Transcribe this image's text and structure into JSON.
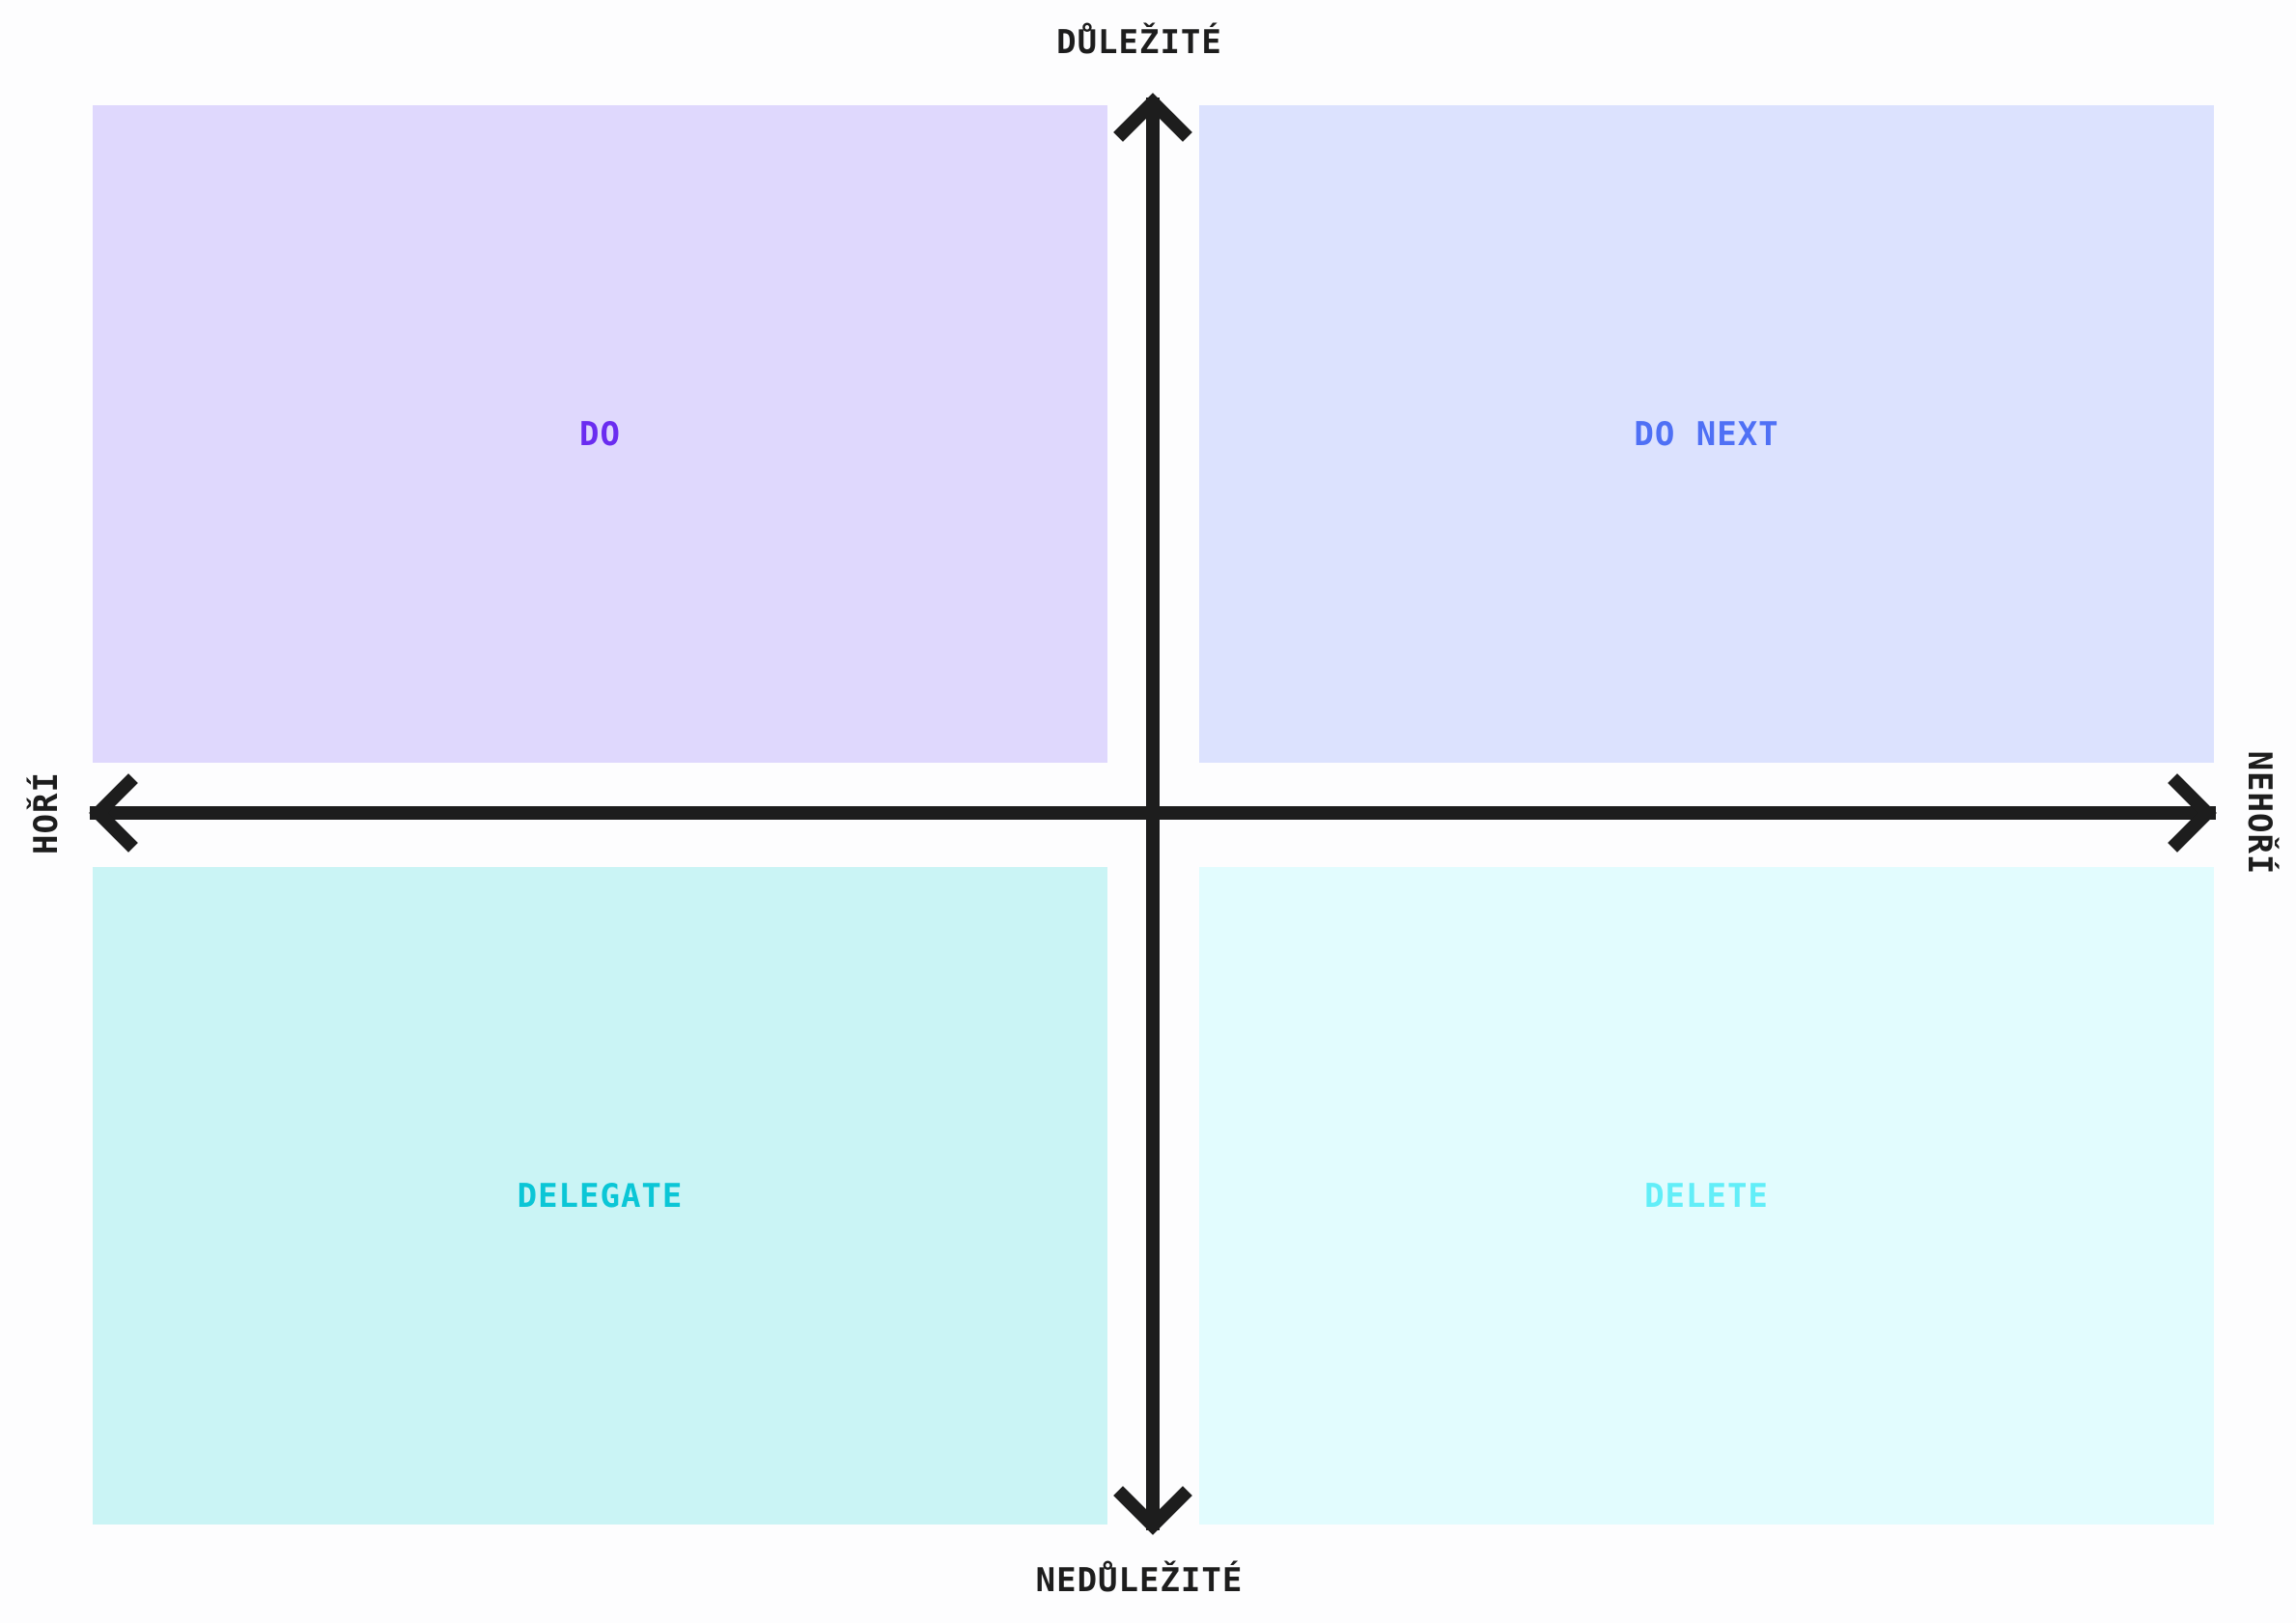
{
  "diagram": {
    "axes": {
      "top": "DŮLEŽITÉ",
      "bottom": "NEDŮLEŽITÉ",
      "left": "HOŘÍ",
      "right": "NEHOŘÍ"
    },
    "quadrants": {
      "top_left": {
        "label": "DO",
        "bg": "#dfd8fd",
        "color": "#6a2cf0"
      },
      "top_right": {
        "label": "DO NEXT",
        "bg": "#dce2fe",
        "color": "#4f70f5"
      },
      "bottom_left": {
        "label": "DELEGATE",
        "bg": "#caf4f5",
        "color": "#0bc6d6"
      },
      "bottom_right": {
        "label": "DELETE",
        "bg": "#e2fcfe",
        "color": "#62eef8"
      }
    },
    "arrow_color": "#1d1d1d"
  }
}
